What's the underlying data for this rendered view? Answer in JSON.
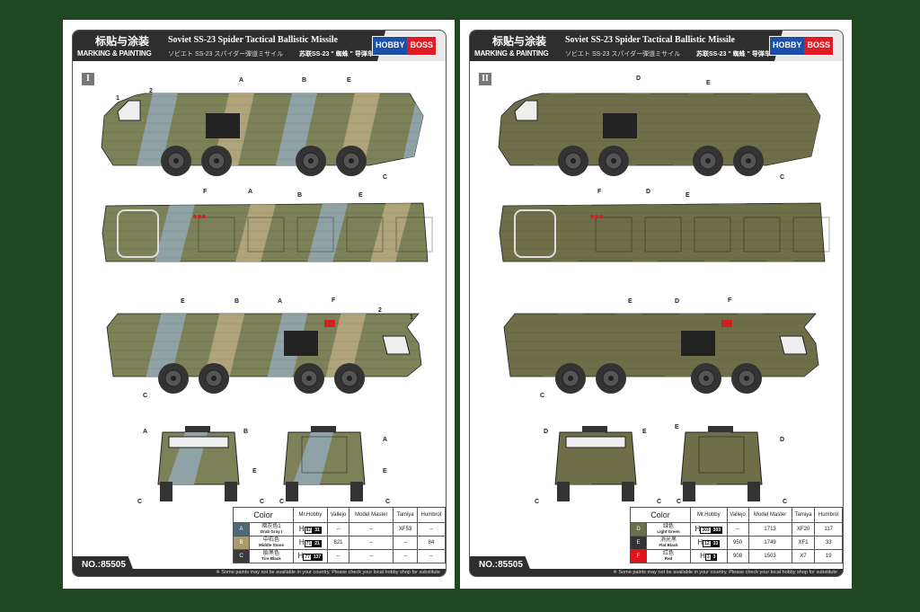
{
  "pages": [
    {
      "number": "I",
      "title_cn": "标贴与涂装",
      "title_en": "MARKING & PAINTING",
      "title": "Soviet SS-23 Spider Tactical Ballistic Missile",
      "subtitle_jp": "ソビエト SS-23 スパイダー弾道ミサイル",
      "subtitle_cn": "苏联SS-23 \" 蜘蛛 \" 导弹车",
      "logo_left": "HOBBY",
      "logo_right": "BOSS",
      "product_no": "NO.:85505",
      "camo": [
        "#7d8158",
        "#8fa2a6",
        "#b0a47a"
      ],
      "callouts": {
        "side1": [
          "1",
          "2",
          "A",
          "B",
          "E",
          "C"
        ],
        "top": [
          "F",
          "A",
          "B",
          "E"
        ],
        "side2": [
          "E",
          "B",
          "A",
          "F",
          "2",
          "1",
          "C"
        ],
        "front": [
          "A",
          "B",
          "E",
          "C",
          "C"
        ],
        "rear": [
          "A",
          "E",
          "C",
          "C"
        ]
      },
      "table": {
        "headers": [
          "Color",
          "Mr.Hobby",
          "Vallejo",
          "Model Master",
          "Tamiya",
          "Humbrol"
        ],
        "rows": [
          {
            "code": "A",
            "swatch": "#4f6a74",
            "name_cn": "暗灰色1",
            "name_en": "Drab Gray I",
            "mrhobby_prefix": "H",
            "mrhobby_a": "82",
            "mrhobby_b": "31",
            "vallejo": "--",
            "model_master": "--",
            "tamiya": "XF53",
            "humbrol": "--"
          },
          {
            "code": "B",
            "swatch": "#a89a6c",
            "name_cn": "中石色",
            "name_en": "Middle Stone",
            "mrhobby_prefix": "H",
            "mrhobby_a": "71",
            "mrhobby_b": "21",
            "vallejo": "821",
            "model_master": "--",
            "tamiya": "--",
            "humbrol": "84"
          },
          {
            "code": "C",
            "swatch": "#3a3a3a",
            "name_cn": "胎黑色",
            "name_en": "Tire Black",
            "mrhobby_prefix": "H",
            "mrhobby_a": "77",
            "mrhobby_b": "137",
            "vallejo": "--",
            "model_master": "--",
            "tamiya": "--",
            "humbrol": "--"
          }
        ]
      },
      "note": "※ Some paints may not be available in your country. Please check your local hobby shop for substitute"
    },
    {
      "number": "II",
      "title_cn": "标贴与涂装",
      "title_en": "MARKING & PAINTING",
      "title": "Soviet SS-23 Spider Tactical Ballistic Missile",
      "subtitle_jp": "ソビエト SS-23 スパイダー弾道ミサイル",
      "subtitle_cn": "苏联SS-23 \" 蜘蛛 \" 导弹车",
      "logo_left": "HOBBY",
      "logo_right": "BOSS",
      "product_no": "NO.:85505",
      "camo": [
        "#6e6f48",
        "#6e6f48",
        "#6e6f48"
      ],
      "callouts": {
        "side1": [
          "D",
          "E",
          "C"
        ],
        "top": [
          "F",
          "D",
          "E"
        ],
        "side2": [
          "E",
          "D",
          "F",
          "C"
        ],
        "front": [
          "D",
          "E",
          "C",
          "C"
        ],
        "rear": [
          "E",
          "D",
          "C",
          "C"
        ]
      },
      "table": {
        "headers": [
          "Color",
          "Mr.Hobby",
          "Vallejo",
          "Model Master",
          "Tamiya",
          "Humbrol"
        ],
        "rows": [
          {
            "code": "D",
            "swatch": "#6b6e4c",
            "name_cn": "绿色",
            "name_en": "Light Green",
            "mrhobby_prefix": "H",
            "mrhobby_a": "303",
            "mrhobby_b": "303",
            "vallejo": "--",
            "model_master": "1713",
            "tamiya": "XF20",
            "humbrol": "117"
          },
          {
            "code": "E",
            "swatch": "#333333",
            "name_cn": "消光黑",
            "name_en": "Flat Black",
            "mrhobby_prefix": "H",
            "mrhobby_a": "12",
            "mrhobby_b": "33",
            "vallejo": "950",
            "model_master": "1749",
            "tamiya": "XF1",
            "humbrol": "33"
          },
          {
            "code": "F",
            "swatch": "#e0141c",
            "name_cn": "红色",
            "name_en": "Red",
            "mrhobby_prefix": "H",
            "mrhobby_a": "3",
            "mrhobby_b": "3",
            "vallejo": "908",
            "model_master": "1503",
            "tamiya": "X7",
            "humbrol": "19"
          }
        ]
      },
      "note": "※ Some paints may not be available in your country. Please check your local hobby shop for substitute"
    }
  ]
}
